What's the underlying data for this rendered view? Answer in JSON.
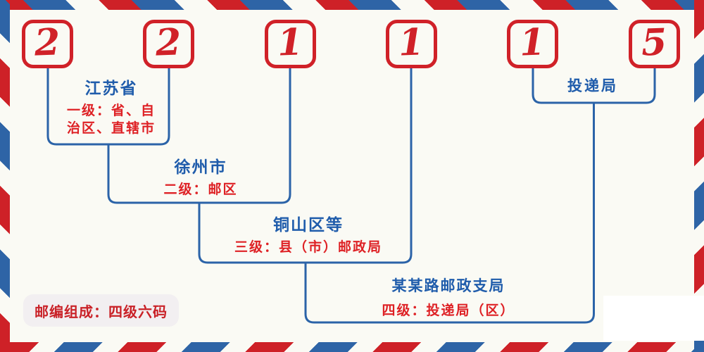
{
  "postal_code": "221115",
  "digits": [
    "2",
    "2",
    "1",
    "1",
    "1",
    "5"
  ],
  "levels": [
    {
      "name": "江苏省",
      "lines": [
        "一级：省、自",
        "治区、直辖市"
      ]
    },
    {
      "name": "徐州市",
      "lines": [
        "二级：邮区"
      ]
    },
    {
      "name": "铜山区等",
      "lines": [
        "三级：县（市）邮政局"
      ]
    },
    {
      "name": "某某路邮政支局",
      "lines": [
        "四级：投递局（区）"
      ]
    }
  ],
  "delivery": {
    "label": "投递局"
  },
  "badge": {
    "text": "邮编组成：四级六码"
  },
  "colors": {
    "stripe_red": "#ce2127",
    "stripe_blue": "#2e64a6",
    "digit_red": "#d02128",
    "line_blue": "#2b63a8",
    "name_blue": "#1f5cab",
    "desc_red": "#de2125",
    "badge_bg": "#f2eff1",
    "background": "#fafaf4"
  }
}
